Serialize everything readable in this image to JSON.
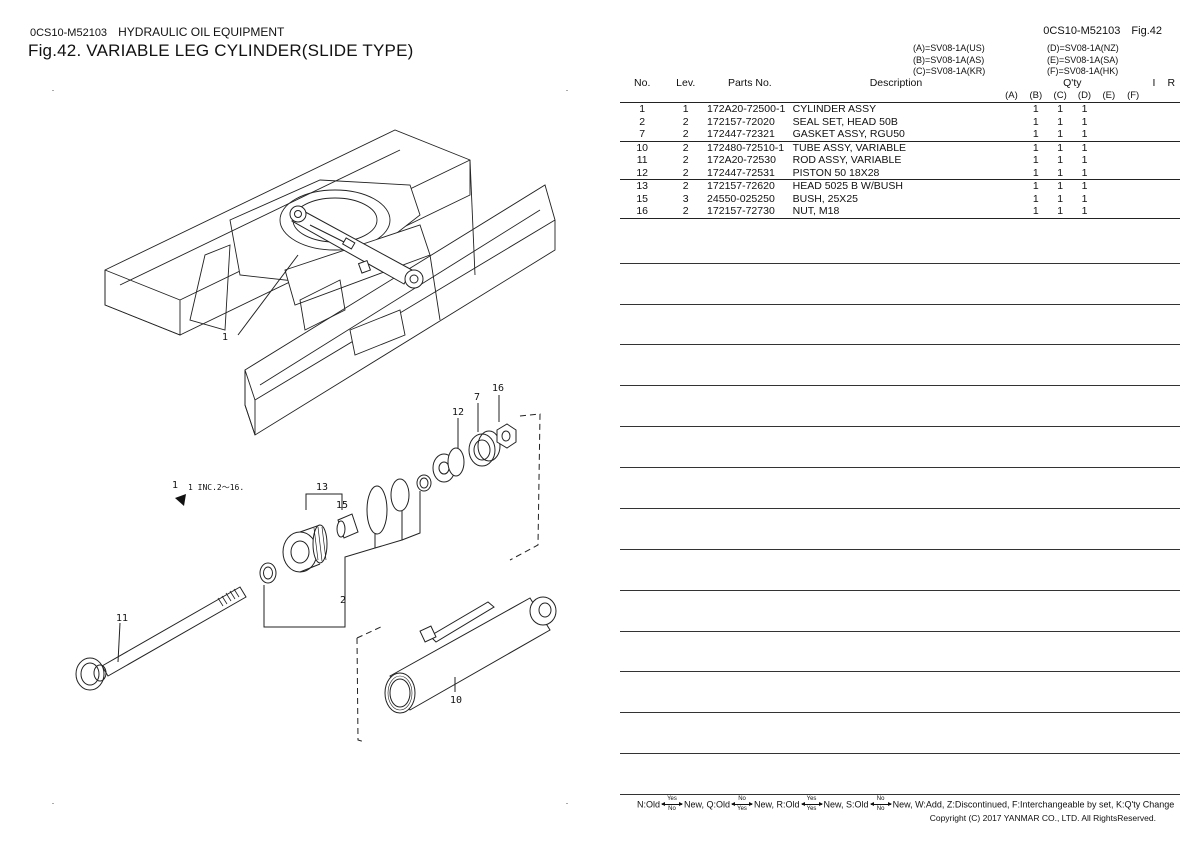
{
  "header": {
    "code": "0CS10-M52103",
    "category": "HYDRAULIC OIL EQUIPMENT",
    "figure_title": "Fig.42.  VARIABLE LEG CYLINDER(SLIDE TYPE)",
    "right_code": "0CS10-M52103",
    "right_fig": "Fig.42"
  },
  "models": {
    "col1": [
      "(A)=SV08-1A(US)",
      "(B)=SV08-1A(AS)",
      "(C)=SV08-1A(KR)"
    ],
    "col2": [
      "(D)=SV08-1A(NZ)",
      "(E)=SV08-1A(SA)",
      "(F)=SV08-1A(HK)"
    ]
  },
  "table": {
    "headers": {
      "no": "No.",
      "lev": "Lev.",
      "parts_no": "Parts No.",
      "description": "Description",
      "qty": "Q'ty",
      "i": "I",
      "r": "R"
    },
    "qty_cols": [
      "(A)",
      "(B)",
      "(C)",
      "(D)",
      "(E)",
      "(F)"
    ],
    "rows": [
      {
        "no": "1",
        "lev": "1",
        "parts_no": "172A20-72500-1",
        "desc": "CYLINDER ASSY",
        "b": "1",
        "c": "1",
        "d": "1"
      },
      {
        "no": "2",
        "lev": "2",
        "parts_no": "172157-72020",
        "desc": "SEAL SET, HEAD 50B",
        "b": "1",
        "c": "1",
        "d": "1"
      },
      {
        "no": "7",
        "lev": "2",
        "parts_no": "172447-72321",
        "desc": "GASKET ASSY, RGU50",
        "b": "1",
        "c": "1",
        "d": "1"
      },
      {
        "no": "10",
        "lev": "2",
        "parts_no": "172480-72510-1",
        "desc": "TUBE ASSY, VARIABLE",
        "b": "1",
        "c": "1",
        "d": "1"
      },
      {
        "no": "11",
        "lev": "2",
        "parts_no": "172A20-72530",
        "desc": "ROD ASSY, VARIABLE",
        "b": "1",
        "c": "1",
        "d": "1"
      },
      {
        "no": "12",
        "lev": "2",
        "parts_no": "172447-72531",
        "desc": "PISTON 50 18X28",
        "b": "1",
        "c": "1",
        "d": "1"
      },
      {
        "no": "13",
        "lev": "2",
        "parts_no": "172157-72620",
        "desc": "HEAD 5025 B W/BUSH",
        "b": "1",
        "c": "1",
        "d": "1"
      },
      {
        "no": "15",
        "lev": "3",
        "parts_no": "24550-025250",
        "desc": "BUSH, 25X25",
        "b": "1",
        "c": "1",
        "d": "1"
      },
      {
        "no": "16",
        "lev": "2",
        "parts_no": "172157-72730",
        "desc": "NUT, M18",
        "b": "1",
        "c": "1",
        "d": "1"
      }
    ]
  },
  "legend": {
    "n": "N:Old",
    "new1": "New, Q:Old",
    "new2": "New, R:Old",
    "new3": "New, S:Old",
    "tail": "New, W:Add, Z:Discontinued, F:Interchangeable by set, K:Q'ty Change",
    "yes": "Yes",
    "no": "No"
  },
  "copyright": "Copyright (C) 2017 YANMAR CO., LTD. All RightsReserved.",
  "drawing": {
    "callouts": {
      "c1": "1",
      "c2": "2",
      "c7": "7",
      "c10": "10",
      "c11": "11",
      "c12": "12",
      "c13": "13",
      "c15": "15",
      "c16": "16"
    },
    "note_num": "1",
    "note_text": "1 INC.2～16."
  }
}
